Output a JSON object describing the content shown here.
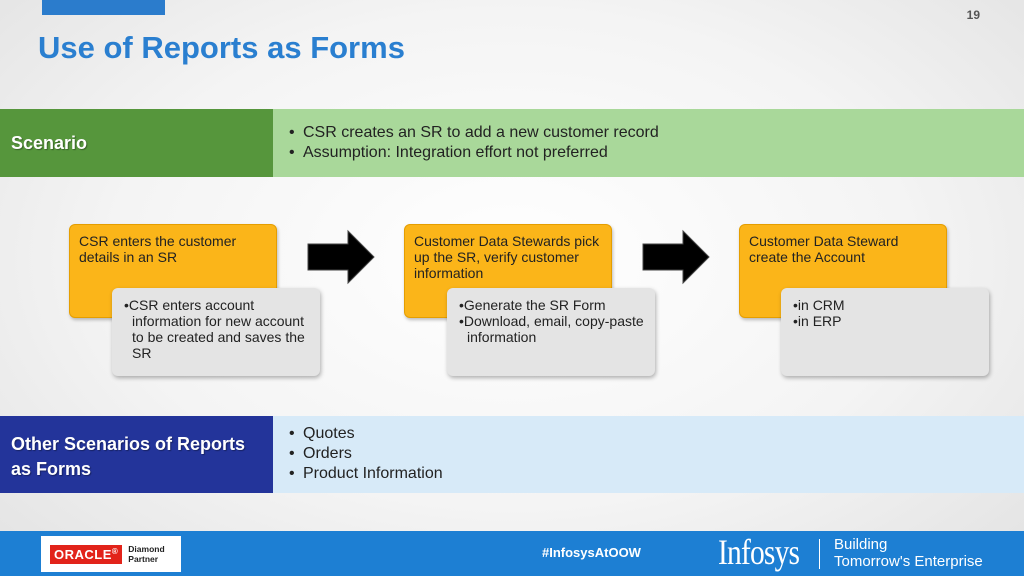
{
  "slide": {
    "number": "19",
    "title": "Use of Reports as Forms"
  },
  "scenario": {
    "label": "Scenario",
    "bullets": [
      "CSR creates an SR to add a new customer record",
      "Assumption: Integration effort not preferred"
    ]
  },
  "flow": [
    {
      "step": "CSR enters the customer details in an SR",
      "details": [
        "CSR enters account information for new account to be created and  saves the SR"
      ]
    },
    {
      "step": "Customer Data Stewards pick up the SR, verify customer information",
      "details": [
        "Generate the SR Form",
        "Download, email, copy-paste information"
      ]
    },
    {
      "step": "Customer Data Steward create the Account",
      "details": [
        "in CRM",
        "in ERP"
      ]
    }
  ],
  "other_scenarios": {
    "label": "Other Scenarios of Reports as Forms",
    "bullets": [
      "Quotes",
      "Orders",
      "Product Information"
    ]
  },
  "footer": {
    "oracle": "ORACLE",
    "oracle_reg": "®",
    "partner_line1": "Diamond",
    "partner_line2": "Partner",
    "hashtag": "#InfosysAtOOW",
    "brand": "Infosys",
    "tagline1": "Building",
    "tagline2": "Tomorrow's Enterprise"
  },
  "colors": {
    "title": "#2a7fd0",
    "scenario_label": "#56963c",
    "scenario_body": "#a9d89a",
    "step_box": "#fbb519",
    "detail_box": "#e4e4e4",
    "other_label": "#23349a",
    "other_body": "#d7eaf8",
    "footer": "#1d7fd3",
    "oracle_red": "#e2231a"
  },
  "icons": {
    "arrow": "right-arrow-icon"
  }
}
